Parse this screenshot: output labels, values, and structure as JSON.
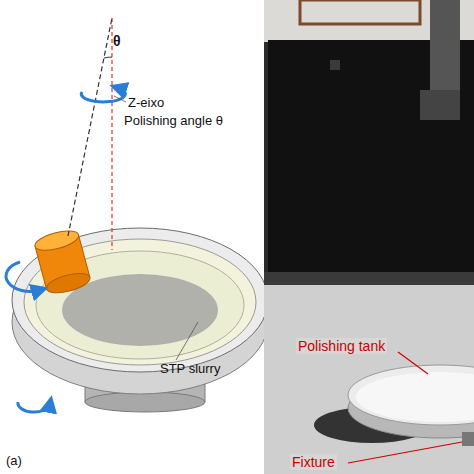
{
  "diagram": {
    "labels": [
      "θ",
      "Z-eixo",
      "Polishing angle θ",
      "STP slurry",
      "Polishing tank",
      "Fixture",
      "(a)"
    ]
  }
}
